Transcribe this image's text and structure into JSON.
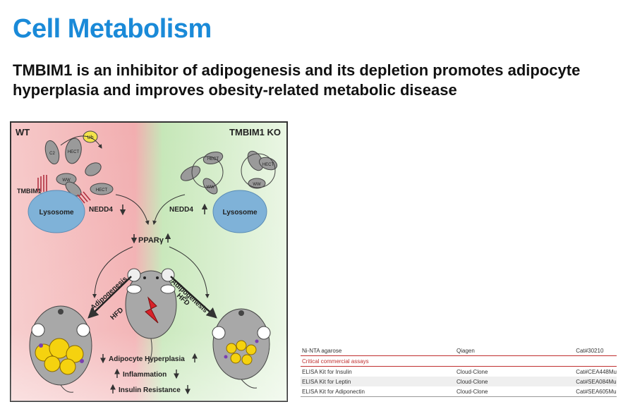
{
  "journal": "Cell Metabolism",
  "title": "TMBIM1 is an inhibitor of adipogenesis and its depletion promotes adipocyte hyperplasia and improves obesity-related metabolic disease",
  "abstract": {
    "wt_label": "WT",
    "ko_label": "TMBIM1 KO",
    "ub": "Ub",
    "tmbim1": "TMBIM1",
    "lysosome_left": "Lysosome",
    "lysosome_right": "Lysosome",
    "nedd4_left": "NEDD4",
    "nedd4_right": "NEDD4",
    "c2": "C2",
    "hect": "HECT",
    "ww": "WW",
    "pparg": "PPARγ",
    "adipogenesis": "Adipogenesis",
    "hfd": "HFD",
    "outcomes": [
      "Adipocyte Hyperplasia",
      "Inflammation",
      "Insulin Resistance"
    ],
    "colors": {
      "wt_bg": "#f4b8b8",
      "ko_bg": "#b9e2ac",
      "lysosome": "#7fb2d8"
    }
  },
  "table": {
    "rows": [
      {
        "name": "Ni-NTA agarose",
        "source": "Qiagen",
        "id": "Cat#30210",
        "kind": "plain"
      },
      {
        "name": "Critical commercial assays",
        "source": "",
        "id": "",
        "kind": "header"
      },
      {
        "name": "ELISA Kit for Insulin",
        "source": "Cloud-Clone",
        "id": "Cat#CEA448Mu",
        "kind": "plain"
      },
      {
        "name": "ELISA Kit for Leptin",
        "source": "Cloud-Clone",
        "id": "Cat#SEA084Mu",
        "kind": "alt"
      },
      {
        "name": "ELISA Kit for Adiponectin",
        "source": "Cloud-Clone",
        "id": "Cat#SEA605Mu",
        "kind": "plain"
      }
    ]
  }
}
